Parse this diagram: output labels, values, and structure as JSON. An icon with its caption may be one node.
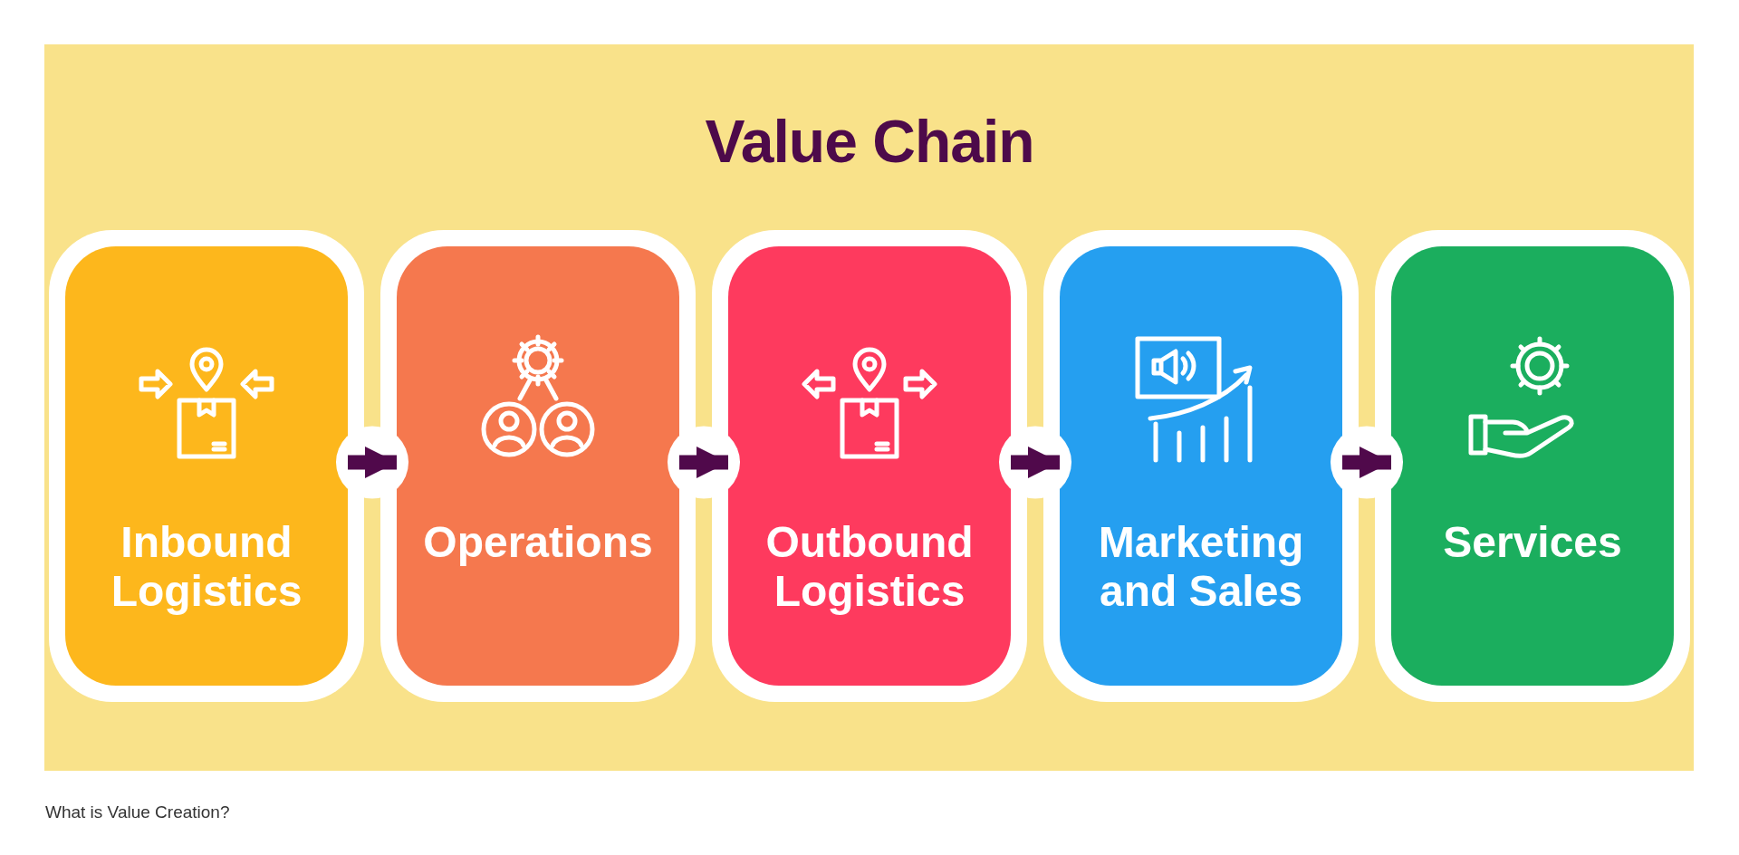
{
  "diagram": {
    "title": "Value Chain",
    "nodes": [
      {
        "text": [
          "Inbound Logistics"
        ]
      },
      {
        "text": [
          "Operations"
        ]
      },
      {
        "text": [
          "Outbound Logistics"
        ]
      },
      {
        "text": [
          "Marketing and Sales"
        ]
      },
      {
        "text": [
          "Services"
        ]
      }
    ],
    "edges": [
      {
        "from": 0,
        "to": 1,
        "arrow": "to"
      },
      {
        "from": 1,
        "to": 2,
        "arrow": "to"
      },
      {
        "from": 2,
        "to": 3,
        "arrow": "to"
      },
      {
        "from": 3,
        "to": 4,
        "arrow": "to"
      }
    ],
    "labels": [
      "What is Value Creation?"
    ]
  }
}
